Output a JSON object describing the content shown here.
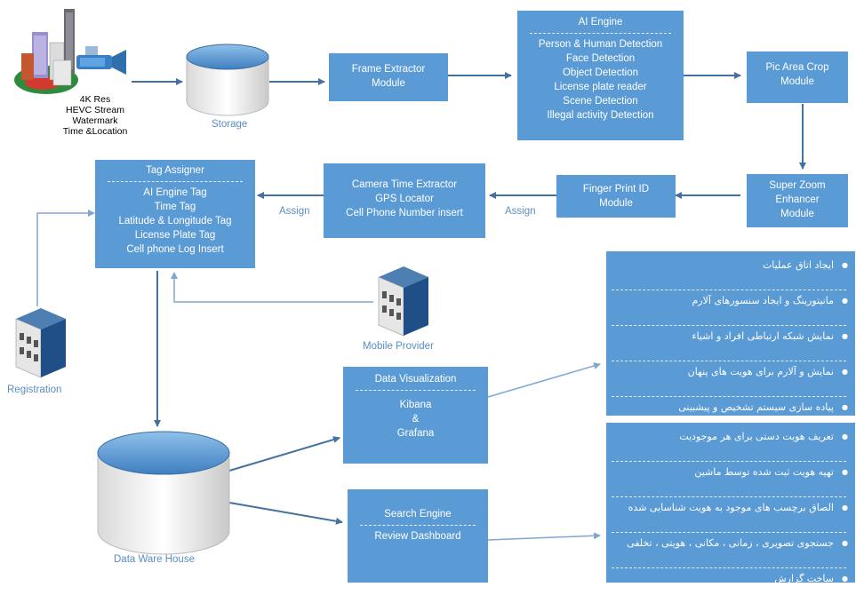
{
  "camera": {
    "label_lines": [
      "4K Res",
      "HEVC Stream",
      "Watermark",
      "Time &Location"
    ]
  },
  "storage": {
    "label": "Storage"
  },
  "frame_extractor": {
    "lines": [
      "Frame Extractor",
      "Module"
    ]
  },
  "ai_engine": {
    "title": "AI  Engine",
    "items": [
      "Person & Human Detection",
      "Face Detection",
      "Object Detection",
      "License plate reader",
      "Scene Detection",
      "Illegal activity Detection"
    ]
  },
  "pic_area_crop": {
    "lines": [
      "Pic Area Crop",
      "Module"
    ]
  },
  "super_zoom": {
    "lines": [
      "Super Zoom",
      "Enhancer",
      "Module"
    ]
  },
  "finger_print": {
    "lines": [
      "Finger Print ID",
      "Module"
    ]
  },
  "camera_time": {
    "lines": [
      "Camera Time Extractor",
      "GPS Locator",
      "Cell Phone Number insert"
    ]
  },
  "tag_assigner": {
    "title": "Tag Assigner",
    "items": [
      "AI Engine Tag",
      "Time Tag",
      "Latitude & Longitude Tag",
      "License Plate Tag",
      "Cell phone Log Insert"
    ]
  },
  "assign_labels": [
    "Assign",
    "Assign"
  ],
  "mobile_provider": {
    "label": "Mobile  Provider"
  },
  "registration": {
    "label": "Registration"
  },
  "warehouse": {
    "label": "Data Ware House"
  },
  "data_visualization": {
    "title": "Data Visualization",
    "lines": [
      "Kibana",
      "&",
      "Grafana"
    ]
  },
  "search_engine": {
    "title": "Search Engine",
    "sub": "Review Dashboard"
  },
  "panel_top": {
    "items": [
      "ایجاد اتاق عملیات",
      "مانیتورینگ و ایجاد سنسورهای آلارم",
      "نمایش شبکه ارتباطی افراد و اشیاء",
      "نمایش و آلارم برای هویت های پنهان",
      "پیاده سازی سیستم تشخیص و پیشبینی"
    ]
  },
  "panel_bottom": {
    "items": [
      "تعریف هویت دستی برای هر موجودیت",
      "تهیه هویت ثبت شده توسط ماشین",
      "الصاق برچسب های موجود به هویت شناسایی شده",
      "جستجوی تصویری ، زمانی ، مکانی ، هویتی ، تخلفی",
      "ساخت گزارش"
    ]
  },
  "colors": {
    "box": "#5b9bd5",
    "arrow": "#44719f",
    "link": "#7fa7d2"
  }
}
